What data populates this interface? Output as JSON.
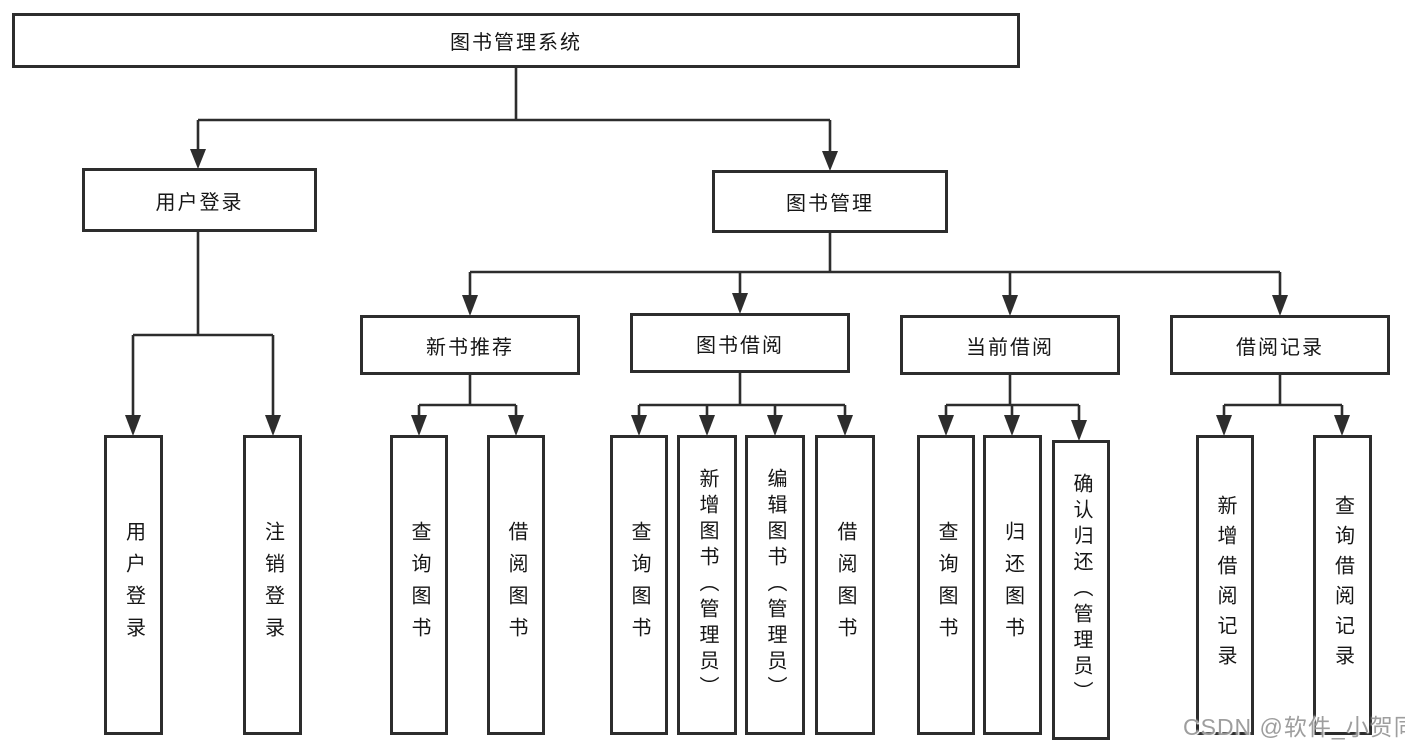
{
  "diagram": {
    "root": {
      "label": "图书管理系统"
    },
    "branches": [
      {
        "label": "用户登录",
        "children": [
          {
            "label": "用户登录"
          },
          {
            "label": "注销登录"
          }
        ]
      },
      {
        "label": "图书管理",
        "children": [
          {
            "label": "新书推荐",
            "children": [
              {
                "label": "查询图书"
              },
              {
                "label": "借阅图书"
              }
            ]
          },
          {
            "label": "图书借阅",
            "children": [
              {
                "label": "查询图书"
              },
              {
                "label": "新增图书（管理员）"
              },
              {
                "label": "编辑图书（管理员）"
              },
              {
                "label": "借阅图书"
              }
            ]
          },
          {
            "label": "当前借阅",
            "children": [
              {
                "label": "查询图书"
              },
              {
                "label": "归还图书"
              },
              {
                "label": "确认归还（管理员）"
              }
            ]
          },
          {
            "label": "借阅记录",
            "children": [
              {
                "label": "新增借阅记录"
              },
              {
                "label": "查询借阅记录"
              }
            ]
          }
        ]
      }
    ]
  },
  "watermark": {
    "text": "CSDN @软件_小贺同学"
  },
  "colors": {
    "line": "#2d2d2d",
    "text": "#161616",
    "background": "#ffffff",
    "watermark": "#919191"
  }
}
